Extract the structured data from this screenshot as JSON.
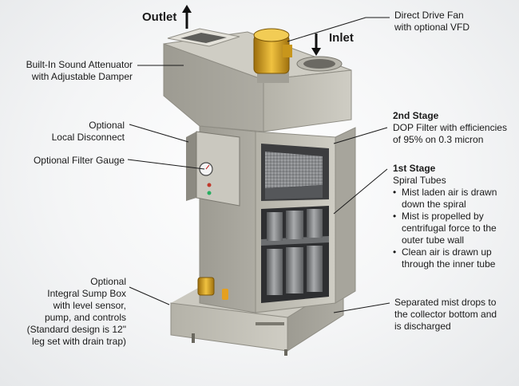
{
  "labels": {
    "outlet": "Outlet",
    "inlet": "Inlet",
    "fan": [
      "Direct Drive Fan",
      "with optional VFD"
    ],
    "attenuator": [
      "Built-In Sound Attenuator",
      "with Adjustable Damper"
    ],
    "disconnect": [
      "Optional",
      "Local Disconnect"
    ],
    "gauge": "Optional Filter Gauge",
    "stage2": {
      "title": "2nd Stage",
      "lines": [
        "DOP Filter with efficiencies",
        "of 95% on 0.3 micron"
      ]
    },
    "stage1": {
      "title": "1st Stage",
      "subtitle": "Spiral Tubes",
      "bullets": [
        [
          "Mist laden air is drawn",
          "down the spiral"
        ],
        [
          "Mist is propelled by",
          "centrifugal force to the",
          "outer tube wall"
        ],
        [
          "Clean air is drawn up",
          "through the inner tube"
        ]
      ]
    },
    "sump": [
      "Optional",
      "Integral Sump Box",
      "with level sensor,",
      "pump, and controls",
      "(Standard design is 12\"",
      "leg set with drain trap)"
    ],
    "collector": [
      "Separated mist drops to",
      "the collector bottom and",
      "is discharged"
    ]
  },
  "colors": {
    "body": "#bcbab0",
    "body_dark": "#8f8d84",
    "body_light": "#d4d2c9",
    "motor": "#d8a21e",
    "filter": "#7b7d80",
    "arrow": "#111111"
  }
}
